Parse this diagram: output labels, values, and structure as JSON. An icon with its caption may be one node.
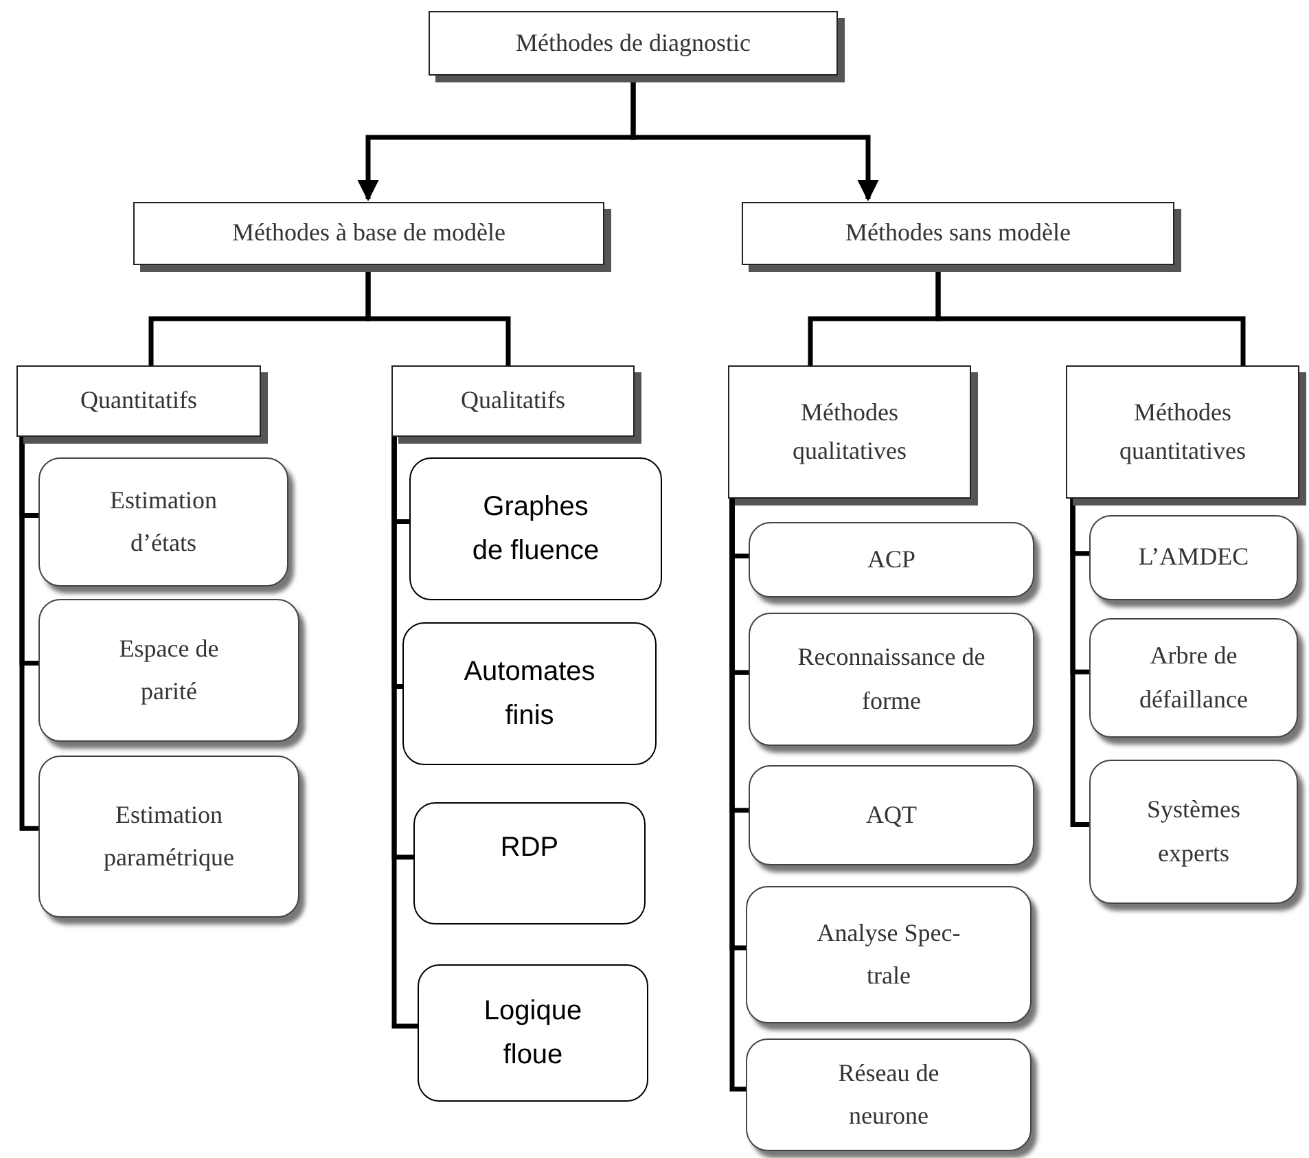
{
  "diagram": {
    "nodes": [
      {
        "text": [
          "Méthodes de diagnostic"
        ]
      },
      {
        "text": [
          "Méthodes à base de modèle"
        ]
      },
      {
        "text": [
          "Méthodes sans modèle"
        ]
      },
      {
        "text": [
          "Quantitatifs"
        ]
      },
      {
        "text": [
          "Qualitatifs"
        ]
      },
      {
        "text": [
          "Méthodes qualitatives"
        ]
      },
      {
        "text": [
          "Méthodes quantitatives"
        ]
      },
      {
        "text": [
          "Estimation d’états"
        ]
      },
      {
        "text": [
          "Espace de parité"
        ]
      },
      {
        "text": [
          "Estimation paramétrique"
        ]
      },
      {
        "text": [
          "Graphes de fluence"
        ]
      },
      {
        "text": [
          "Automates finis"
        ]
      },
      {
        "text": [
          "RDP"
        ]
      },
      {
        "text": [
          "Logique floue"
        ]
      },
      {
        "text": [
          "ACP"
        ]
      },
      {
        "text": [
          "Reconnaissance de forme"
        ]
      },
      {
        "text": [
          "AQT"
        ]
      },
      {
        "text": [
          "Analyse Spec- trale"
        ]
      },
      {
        "text": [
          "Réseau de neurone"
        ]
      },
      {
        "text": [
          "L’AMDEC"
        ]
      },
      {
        "text": [
          "Arbre de défaillance"
        ]
      },
      {
        "text": [
          "Systèmes experts"
        ]
      }
    ],
    "edges": [
      {
        "from": 0,
        "to": 1,
        "arrow": "to"
      },
      {
        "from": 0,
        "to": 2,
        "arrow": "to"
      },
      {
        "from": 1,
        "to": 3,
        "arrow": "none"
      },
      {
        "from": 1,
        "to": 4,
        "arrow": "none"
      },
      {
        "from": 2,
        "to": 5,
        "arrow": "none"
      },
      {
        "from": 2,
        "to": 6,
        "arrow": "none"
      },
      {
        "from": 3,
        "to": 7,
        "arrow": "none"
      },
      {
        "from": 3,
        "to": 8,
        "arrow": "none"
      },
      {
        "from": 3,
        "to": 9,
        "arrow": "none"
      },
      {
        "from": 4,
        "to": 10,
        "arrow": "none"
      },
      {
        "from": 4,
        "to": 11,
        "arrow": "none"
      },
      {
        "from": 4,
        "to": 12,
        "arrow": "none"
      },
      {
        "from": 4,
        "to": 13,
        "arrow": "none"
      },
      {
        "from": 5,
        "to": 14,
        "arrow": "none"
      },
      {
        "from": 5,
        "to": 15,
        "arrow": "none"
      },
      {
        "from": 5,
        "to": 16,
        "arrow": "none"
      },
      {
        "from": 5,
        "to": 17,
        "arrow": "none"
      },
      {
        "from": 5,
        "to": 18,
        "arrow": "none"
      },
      {
        "from": 6,
        "to": 19,
        "arrow": "none"
      },
      {
        "from": 6,
        "to": 20,
        "arrow": "none"
      },
      {
        "from": 6,
        "to": 21,
        "arrow": "none"
      }
    ]
  }
}
